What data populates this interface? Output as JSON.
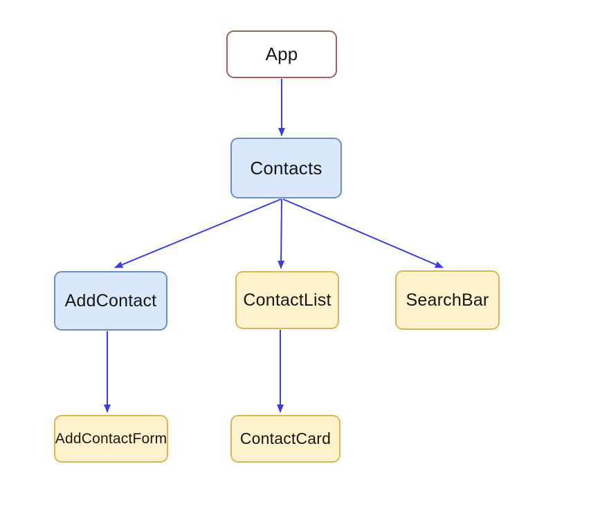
{
  "diagram": {
    "type": "component-hierarchy-tree",
    "nodes": {
      "app": {
        "label": "App",
        "fill": "#ffffff",
        "stroke": "#a06060"
      },
      "contacts": {
        "label": "Contacts",
        "fill": "#dae8fc",
        "stroke": "#6c8ebf"
      },
      "addcontact": {
        "label": "AddContact",
        "fill": "#dae8fc",
        "stroke": "#6c8ebf"
      },
      "contactlist": {
        "label": "ContactList",
        "fill": "#fff2cc",
        "stroke": "#d6b656"
      },
      "searchbar": {
        "label": "SearchBar",
        "fill": "#fff2cc",
        "stroke": "#d6b656"
      },
      "addcontactform": {
        "label": "AddContactForm",
        "fill": "#fff2cc",
        "stroke": "#d6b656"
      },
      "contactcard": {
        "label": "ContactCard",
        "fill": "#fff2cc",
        "stroke": "#d6b656"
      }
    },
    "edges": [
      {
        "from": "App",
        "to": "Contacts"
      },
      {
        "from": "Contacts",
        "to": "AddContact"
      },
      {
        "from": "Contacts",
        "to": "ContactList"
      },
      {
        "from": "Contacts",
        "to": "SearchBar"
      },
      {
        "from": "AddContact",
        "to": "AddContactForm"
      },
      {
        "from": "ContactList",
        "to": "ContactCard"
      }
    ],
    "colors": {
      "arrow": "#3b3bdf",
      "background": "#ffffff",
      "text": "#161616"
    }
  }
}
